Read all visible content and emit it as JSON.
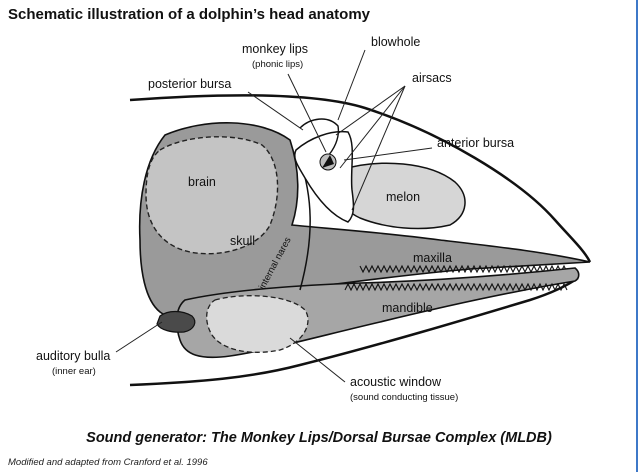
{
  "title": "Schematic illustration of a dolphin’s head anatomy",
  "caption": "Sound generator: The Monkey Lips/Dorsal Bursae Complex (MLDB)",
  "credit": "Modified and adapted from Cranford et al. 1996",
  "labels": {
    "monkey_lips": "monkey lips",
    "phonic_lips": "(phonic lips)",
    "blowhole": "blowhole",
    "posterior_bursa": "posterior bursa",
    "airsacs": "airsacs",
    "anterior_bursa": "anterior bursa",
    "brain": "brain",
    "melon": "melon",
    "skull": "skull",
    "internal_nares": "internal nares",
    "maxilla": "maxilla",
    "mandible": "mandible",
    "auditory_bulla": "auditory bulla",
    "inner_ear": "(inner ear)",
    "acoustic_window": "acoustic window",
    "sound_conducting_tissue": "(sound conducting tissue)"
  },
  "colors": {
    "skull_gray": "#9a9a9a",
    "light_gray": "#d2d2d2",
    "bulla_dark": "#4a4a4a",
    "outline": "#111111",
    "accent_bar": "#3d78c8"
  }
}
